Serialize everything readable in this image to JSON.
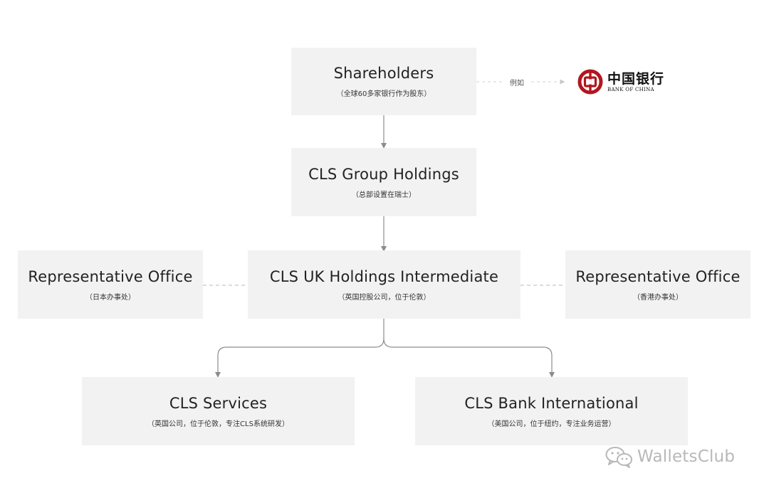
{
  "nodes": {
    "shareholders": {
      "title": "Shareholders",
      "subtitle": "（全球60多家银行作为股东）"
    },
    "group_holdings": {
      "title": "CLS Group Holdings",
      "subtitle": "（总部设置在瑞士）"
    },
    "uk_intermediate": {
      "title": "CLS UK Holdings Intermediate",
      "subtitle": "（英国控股公司，位于伦敦）"
    },
    "rep_office_japan": {
      "title": "Representative Office",
      "subtitle": "（日本办事处）"
    },
    "rep_office_hk": {
      "title": "Representative Office",
      "subtitle": "（香港办事处）"
    },
    "services": {
      "title": "CLS Services",
      "subtitle": "（英国公司，位于伦敦，专注CLS系统研发）"
    },
    "bank_international": {
      "title": "CLS Bank International",
      "subtitle": "（美国公司，位于纽约，专注业务运营）"
    }
  },
  "example": {
    "label": "例如",
    "logo_cn": "中国银行",
    "logo_en": "BANK OF CHINA",
    "logo_color": "#b0171f"
  },
  "watermark": {
    "text": "WalletsClub"
  },
  "colors": {
    "box_fill": "#f2f2f2",
    "connector": "#8c8c8c",
    "dashed": "#c8c8c8"
  }
}
